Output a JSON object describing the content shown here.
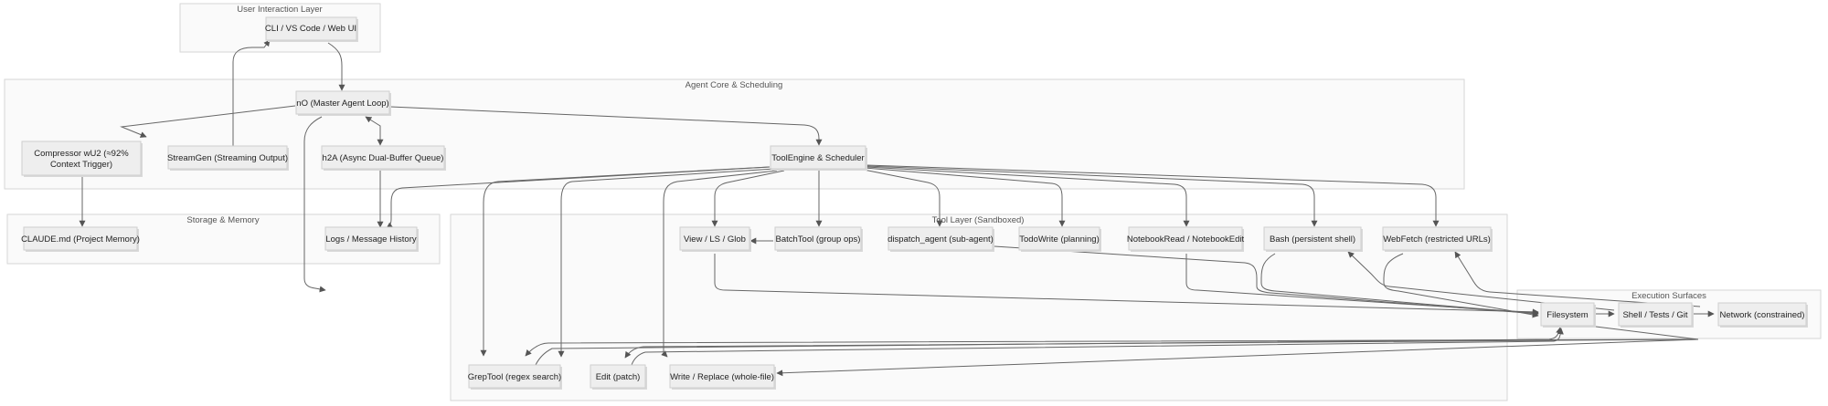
{
  "diagram": {
    "clusters": {
      "user_interaction": "User Interaction Layer",
      "agent_core": "Agent Core & Scheduling",
      "storage": "Storage & Memory",
      "tool_layer": "Tool Layer (Sandboxed)",
      "execution": "Execution Surfaces"
    },
    "nodes": {
      "cli": "CLI / VS Code / Web UI",
      "master_loop": "nO (Master Agent Loop)",
      "compressor_line1": "Compressor wU2 (≈92%",
      "compressor_line2": "Context Trigger)",
      "streamgen": "StreamGen (Streaming Output)",
      "h2a": "h2A (Async Dual-Buffer Queue)",
      "tool_engine": "ToolEngine & Scheduler",
      "claude_md": "CLAUDE.md (Project Memory)",
      "logs": "Logs / Message History",
      "view": "View / LS / Glob",
      "batch": "BatchTool (group ops)",
      "dispatch": "dispatch_agent (sub-agent)",
      "todo": "TodoWrite (planning)",
      "notebook": "NotebookRead / NotebookEdit",
      "bash": "Bash (persistent shell)",
      "webfetch": "WebFetch (restricted URLs)",
      "grep": "GrepTool (regex search)",
      "edit": "Edit (patch)",
      "write": "Write / Replace (whole-file)",
      "filesystem": "Filesystem",
      "shell": "Shell / Tests / Git",
      "network": "Network (constrained)"
    }
  }
}
